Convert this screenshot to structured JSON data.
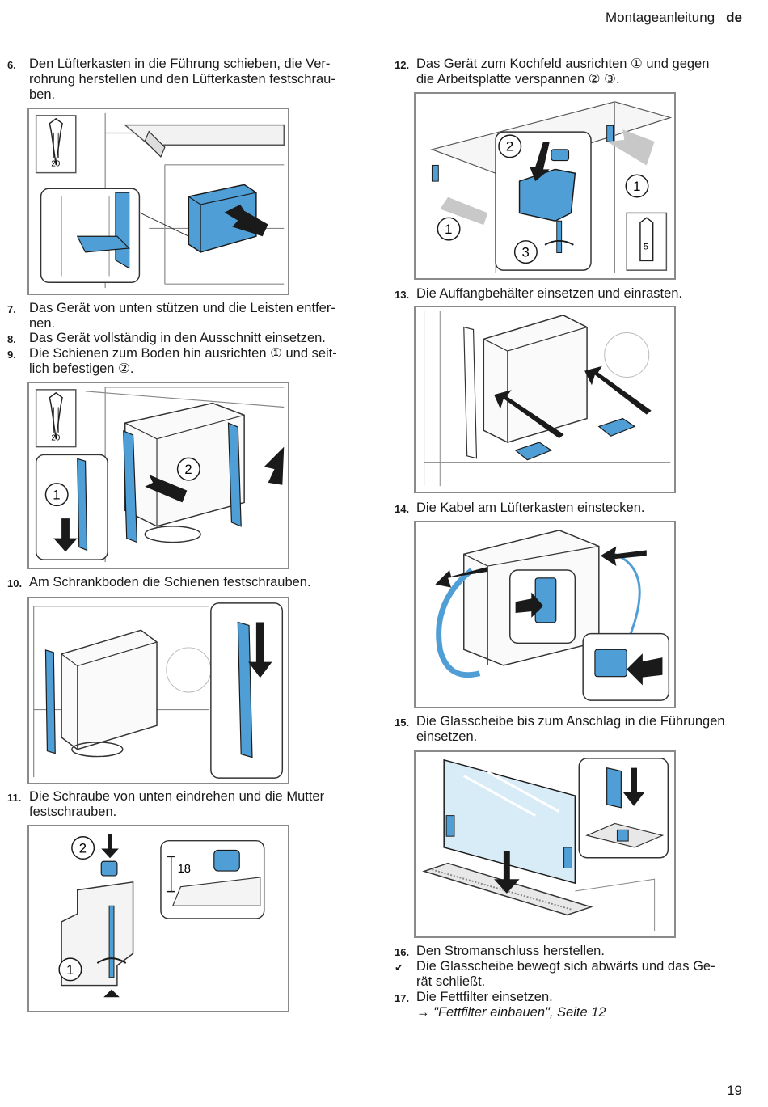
{
  "header": {
    "title": "Montageanleitung",
    "lang": "de"
  },
  "page_number": "19",
  "steps": {
    "s6": {
      "num": "6.",
      "lines": [
        "Den Lüfterkasten in die Führung schieben, die Ver-",
        "rohrung herstellen und den Lüfterkasten festschrau-",
        "ben."
      ]
    },
    "s7": {
      "num": "7.",
      "lines": [
        "Das Gerät von unten stützen und die Leisten entfer-",
        "nen."
      ]
    },
    "s8": {
      "num": "8.",
      "lines": [
        "Das Gerät vollständig in den Ausschnitt einsetzen."
      ]
    },
    "s9": {
      "num": "9.",
      "lines": [
        "Die Schienen zum Boden hin ausrichten ① und seit-",
        "lich befestigen ②."
      ]
    },
    "s10": {
      "num": "10.",
      "lines": [
        "Am Schrankboden die Schienen festschrauben."
      ]
    },
    "s11": {
      "num": "11.",
      "lines": [
        "Die Schraube von unten eindrehen und die Mutter",
        "festschrauben."
      ]
    },
    "s12": {
      "num": "12.",
      "lines": [
        "Das Gerät zum Kochfeld ausrichten ① und gegen",
        "die Arbeitsplatte verspannen ② ③."
      ]
    },
    "s13": {
      "num": "13.",
      "lines": [
        "Die Auffangbehälter einsetzen und einrasten."
      ]
    },
    "s14": {
      "num": "14.",
      "lines": [
        "Die Kabel am Lüfterkasten einstecken."
      ]
    },
    "s15": {
      "num": "15.",
      "lines": [
        "Die Glasscheibe bis zum Anschlag in die Führungen",
        "einsetzen."
      ]
    },
    "s16": {
      "num": "16.",
      "lines": [
        "Den Stromanschluss herstellen."
      ]
    },
    "s16r": {
      "num": "✔",
      "lines": [
        "Die Glasscheibe bewegt sich abwärts und das Ge-",
        "rät schließt."
      ]
    },
    "s17": {
      "num": "17.",
      "lines": [
        "Die Fettfilter einsetzen."
      ],
      "ref": "→ \"Fettfilter einbauen\", Seite 12"
    }
  },
  "figure_labels": {
    "torx_20": "20",
    "torx_5": "5",
    "callout_1": "1",
    "callout_2": "2",
    "callout_3": "3",
    "dim_18": "18"
  },
  "colors": {
    "part_blue": "#4f9fd6",
    "outline": "#1a1a1a",
    "frame": "#8a8a8a",
    "glass": "#d8ecf7"
  }
}
